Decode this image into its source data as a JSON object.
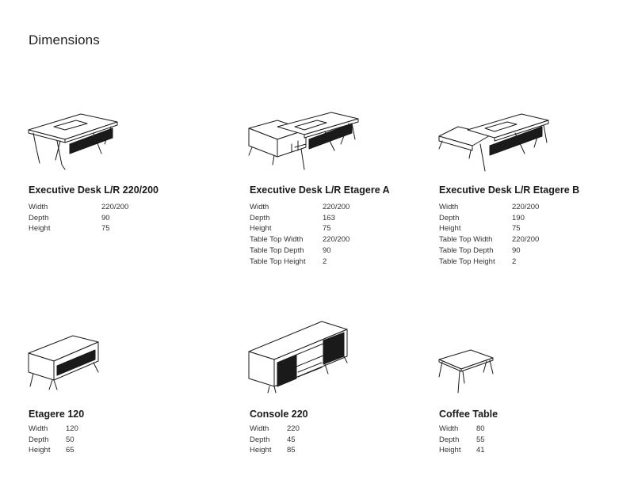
{
  "page": {
    "title": "Dimensions"
  },
  "products": [
    {
      "name": "Executive Desk L/R 220/200",
      "icon": "executive-desk-icon",
      "specs": [
        {
          "label": "Width",
          "value": "220/200"
        },
        {
          "label": "Depth",
          "value": "90"
        },
        {
          "label": "Height",
          "value": "75"
        }
      ]
    },
    {
      "name": "Executive Desk L/R Etagere A",
      "icon": "executive-desk-etagere-a-icon",
      "specs": [
        {
          "label": "Width",
          "value": "220/200"
        },
        {
          "label": "Depth",
          "value": "163"
        },
        {
          "label": "Height",
          "value": "75"
        },
        {
          "label": "Table Top Width",
          "value": "220/200"
        },
        {
          "label": "Table Top Depth",
          "value": "90"
        },
        {
          "label": "Table Top Height",
          "value": "2"
        }
      ]
    },
    {
      "name": "Executive Desk L/R Etagere B",
      "icon": "executive-desk-etagere-b-icon",
      "specs": [
        {
          "label": "Width",
          "value": "220/200"
        },
        {
          "label": "Depth",
          "value": "190"
        },
        {
          "label": "Height",
          "value": "75"
        },
        {
          "label": "Table Top Width",
          "value": "220/200"
        },
        {
          "label": "Table Top Depth",
          "value": "90"
        },
        {
          "label": "Table Top Height",
          "value": "2"
        }
      ]
    },
    {
      "name": "Etagere 120",
      "icon": "etagere-icon",
      "specs": [
        {
          "label": "Width",
          "value": "120"
        },
        {
          "label": "Depth",
          "value": "50"
        },
        {
          "label": "Height",
          "value": "65"
        }
      ]
    },
    {
      "name": "Console 220",
      "icon": "console-icon",
      "specs": [
        {
          "label": "Width",
          "value": "220"
        },
        {
          "label": "Depth",
          "value": "45"
        },
        {
          "label": "Height",
          "value": "85"
        }
      ]
    },
    {
      "name": "Coffee Table",
      "icon": "coffee-table-icon",
      "specs": [
        {
          "label": "Width",
          "value": "80"
        },
        {
          "label": "Depth",
          "value": "55"
        },
        {
          "label": "Height",
          "value": "41"
        }
      ]
    }
  ]
}
